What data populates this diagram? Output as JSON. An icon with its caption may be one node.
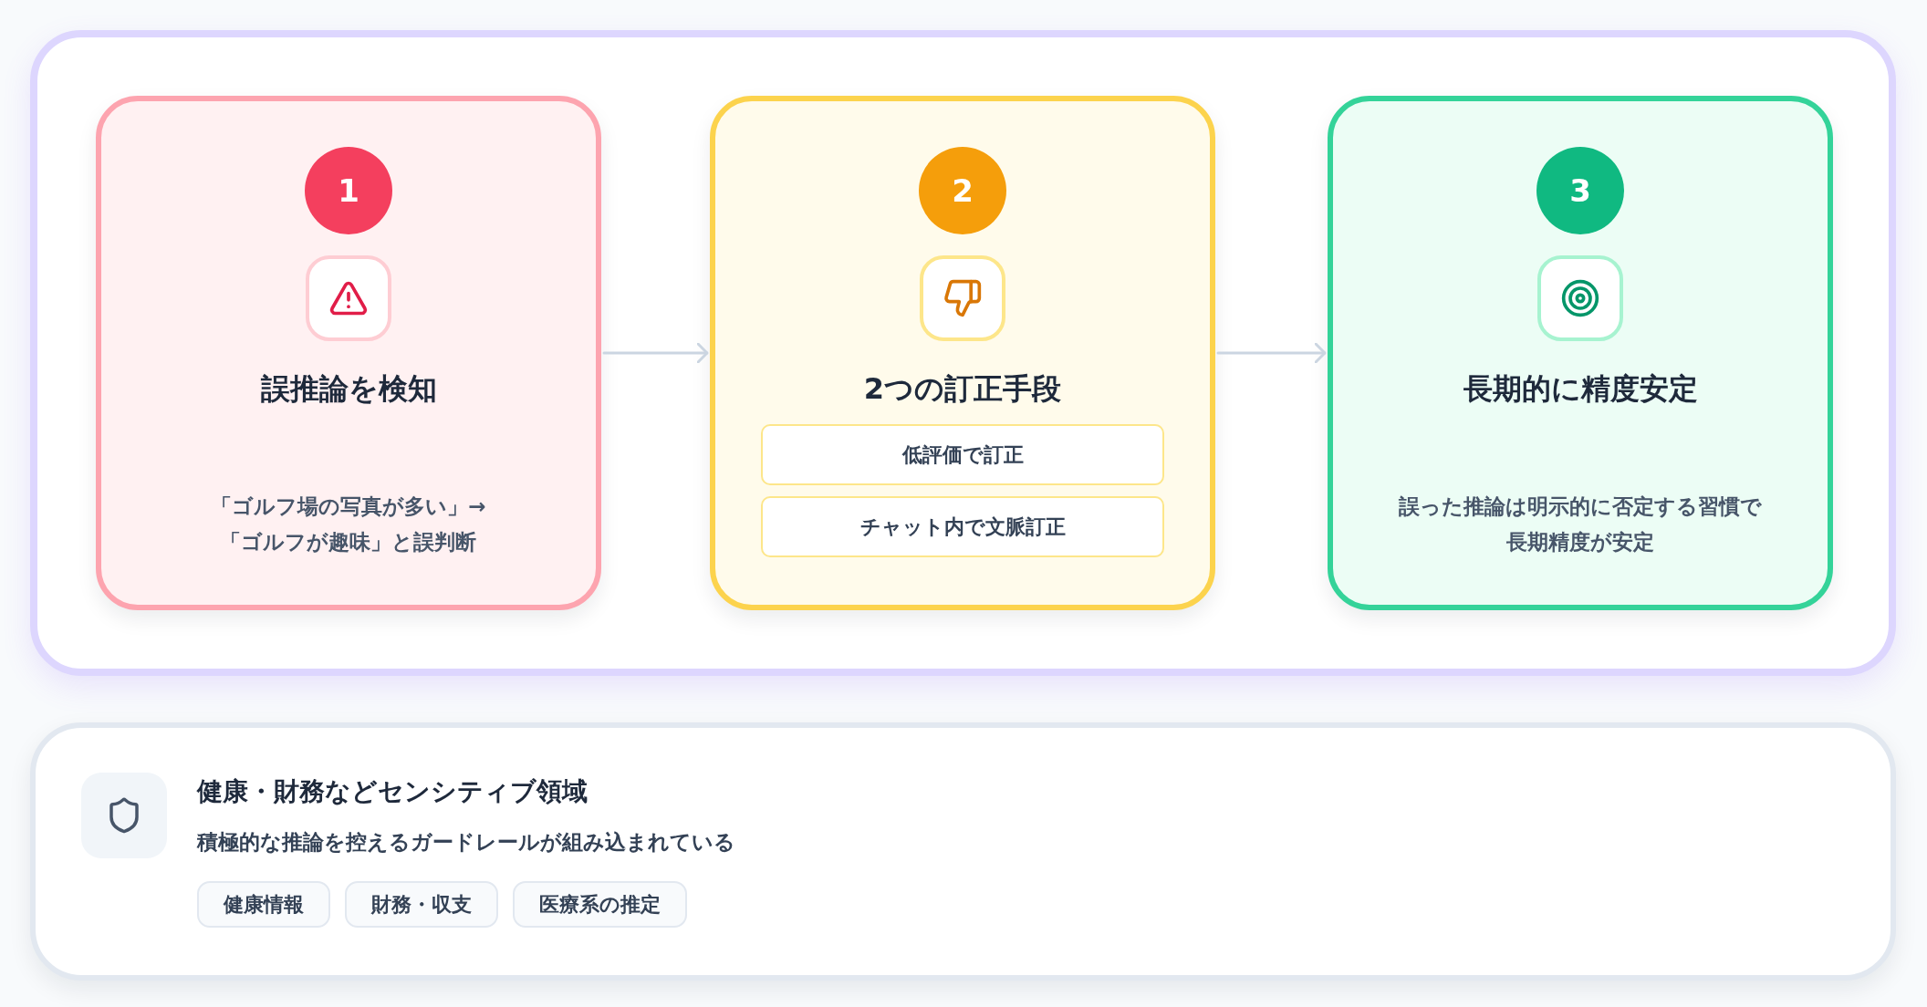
{
  "diagram": {
    "nodes": [
      {
        "text": [],
        "shape": "box"
      },
      {
        "text": [
          "誤推論を検知",
          "「ゴルフ場の写真が多い」→「ゴルフが趣味」と誤判断"
        ],
        "in": 0
      },
      {
        "text": [
          "1"
        ],
        "in": 1
      },
      {
        "text": [
          "2つの訂正手段"
        ],
        "in": 0
      },
      {
        "text": [
          "2"
        ],
        "in": 3
      },
      {
        "text": [
          "低評価で訂正"
        ],
        "in": 3
      },
      {
        "text": [
          "チャット内で文脈訂正"
        ],
        "in": 3
      },
      {
        "text": [
          "長期的に精度安定",
          "誤った推論は明示的に否定する習慣で長期精度が安定"
        ],
        "in": 0
      },
      {
        "text": [
          "3"
        ],
        "in": 7
      },
      {
        "text": [
          "健康・財務などセンシティブ領域",
          "積極的な推論を控えるガードレールが組み込まれている"
        ]
      },
      {
        "text": [
          "健康情報"
        ],
        "in": 9
      },
      {
        "text": [
          "財務・収支"
        ],
        "in": 9
      },
      {
        "text": [
          "医療系の推定"
        ],
        "in": 9
      }
    ],
    "edges": [
      {
        "from": 1,
        "to": 3,
        "arrow": "to"
      },
      {
        "from": 3,
        "to": 7,
        "arrow": "to"
      }
    ]
  }
}
